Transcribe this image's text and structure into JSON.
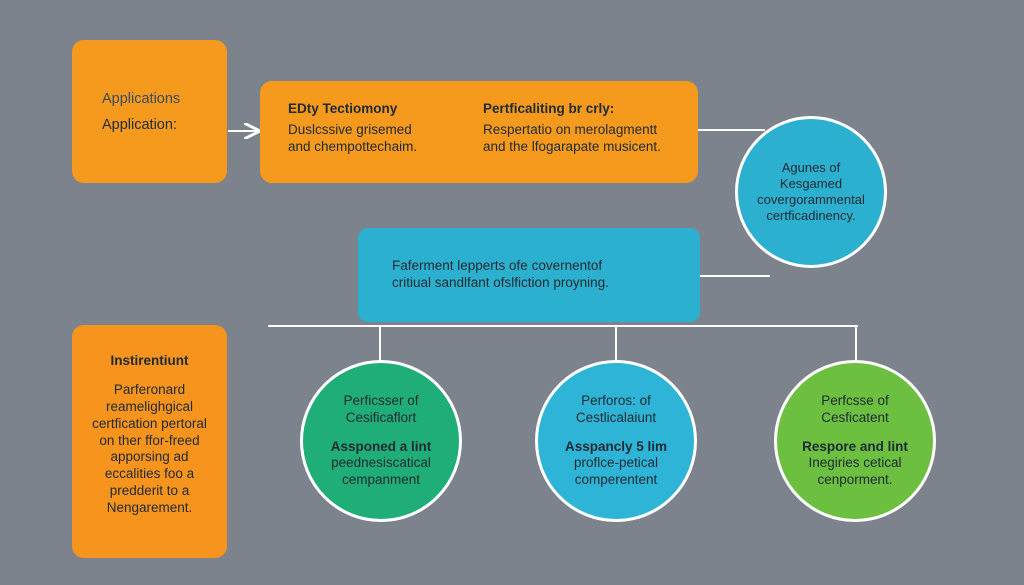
{
  "diagram": {
    "applications_box": {
      "line1": "Applications",
      "line2": "Application:"
    },
    "top_box": {
      "left_title": "EDty Tectiomony",
      "left_line1": "Duslcssive grisemed",
      "left_line2": "and chempottechaim.",
      "right_title": "Pertficaliting br crly:",
      "right_line1": "Respertatio on merolagmentt",
      "right_line2": "and the lfogarapate musicent."
    },
    "top_circle": {
      "line1": "Agunes of",
      "line2": "Kesgamed",
      "line3": "covergorammental",
      "line4": "certficadinency."
    },
    "center_box": {
      "line1": "Faferment lepperts ofe covernentof",
      "line2": "critiual sandlfant ofslfiction proyning."
    },
    "left_box": {
      "title": "Instirentiunt",
      "line1": "Parferonard",
      "line2": "reamelighgical",
      "line3": "certfication pertoral",
      "line4": "on ther ffor-freed",
      "line5": "apporsing ad",
      "line6": "eccalities foo a",
      "line7": "predderit to a",
      "line8": "Nengarement."
    },
    "circles": [
      {
        "line1": "Perficsser of",
        "line2": "Cesificaflort",
        "title": "Assponed a lint",
        "line3": "peednesiscatical",
        "line4": "cempanment"
      },
      {
        "line1": "Perforos: of",
        "line2": "Cestlicalaiunt",
        "title": "Asspancly 5 lim",
        "line3": "proflce-petical",
        "line4": "comperentent"
      },
      {
        "line1": "Perfcsse of",
        "line2": "Cesficatent",
        "title": "Respore and lint",
        "line3": "Inegiries cetical",
        "line4": "cenporment."
      }
    ],
    "colors": {
      "background": "#7d838c",
      "orange": "#f59a1d",
      "teal": "#2bb0cf",
      "green": "#1fae77",
      "blue": "#2db4d6",
      "lime": "#6cbf3f",
      "connector": "#ffffff"
    }
  }
}
